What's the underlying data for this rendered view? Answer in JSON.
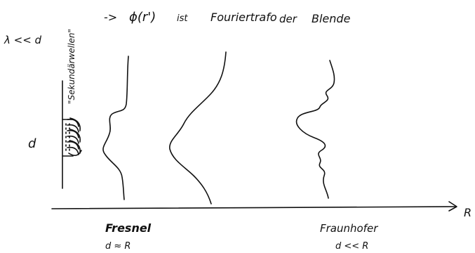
{
  "header": {
    "arrow": "->",
    "phi": "ϕ(r')",
    "ist": "ist",
    "fourier": "Fouriertrafo",
    "der": "der",
    "blende": "Blende"
  },
  "labels": {
    "lambda_cond": "λ << d",
    "sekundaerwellen": "\"Sekundärwellen\"",
    "d": "d",
    "fresnel": "Fresnel",
    "fresnel_cond": "d ≈ R",
    "fraunhofer": "Fraunhofer",
    "fraunhofer_cond": "d << R",
    "axis_R": "R"
  },
  "colors": {
    "ink": "#111111",
    "paper": "#ffffff"
  }
}
